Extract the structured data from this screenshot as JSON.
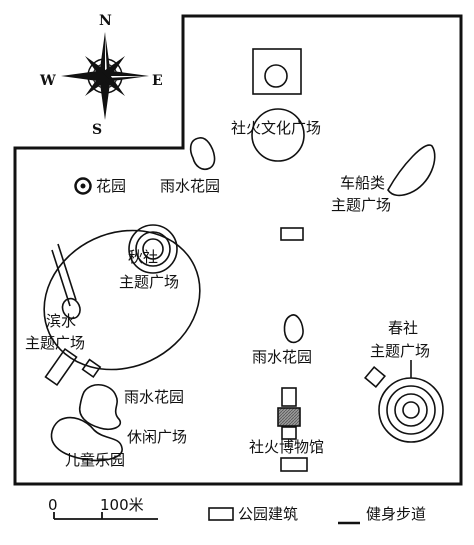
{
  "compass": {
    "north": "N",
    "south": "S",
    "east": "E",
    "west": "W"
  },
  "labels": {
    "huayuan": "花园",
    "yushui_nw": "雨水花园",
    "shehuo_square": "社火文化广场",
    "chechuan_1": "车船类",
    "chechuan_2": "主题广场",
    "qiushe_1": "秋社",
    "qiushe_2": "主题广场",
    "binshui_1": "滨水",
    "binshui_2": "主题广场",
    "yushui_center": "雨水花园",
    "chunshe_1": "春社",
    "chunshe_2": "主题广场",
    "yushui_sw": "雨水花园",
    "xiuxian": "休闲广场",
    "ertong": "儿童乐园",
    "bowuguan": "社火博物馆"
  },
  "legend": {
    "scale_zero": "0",
    "scale_value": "100米",
    "building": "公园建筑",
    "path": "健身步道"
  },
  "colors": {
    "ink": "#111111",
    "hatch": "#7a7a7a",
    "background": "#ffffff"
  }
}
